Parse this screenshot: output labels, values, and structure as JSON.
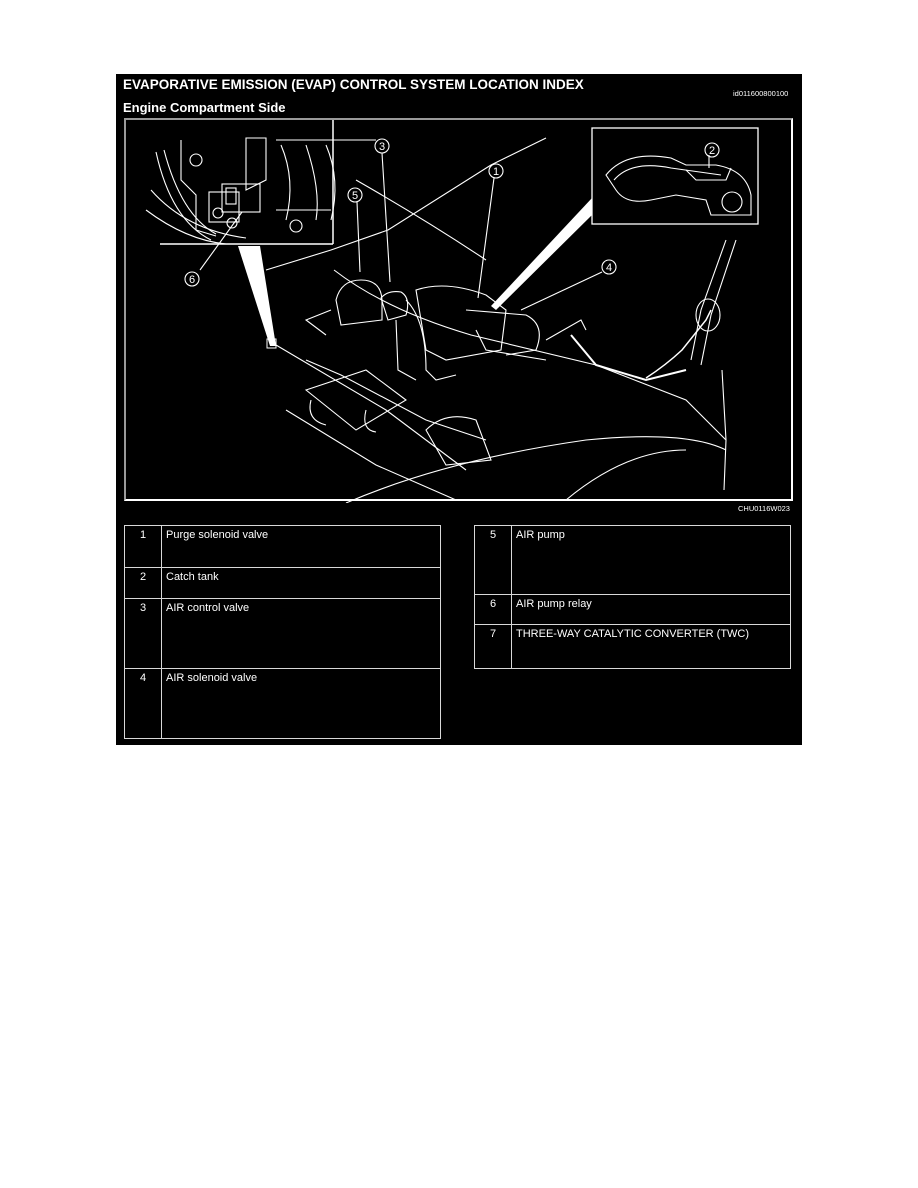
{
  "header": {
    "title": "EVAPORATIVE EMISSION (EVAP) CONTROL SYSTEM LOCATION INDEX",
    "doc_id": "id011600800100",
    "subtitle": "Engine Compartment Side"
  },
  "figure": {
    "code": "CHU0116W023",
    "callouts": [
      "1",
      "2",
      "3",
      "4",
      "5",
      "6"
    ],
    "insets": [
      {
        "label": "relay-bracket-inset",
        "callout": "6"
      },
      {
        "label": "intake-air-duct-inset",
        "callout": "2"
      }
    ]
  },
  "legend": {
    "left": [
      {
        "num": "1",
        "name": "Purge solenoid valve"
      },
      {
        "num": "2",
        "name": "Catch tank"
      },
      {
        "num": "3",
        "name": "AIR control valve"
      },
      {
        "num": "4",
        "name": "AIR solenoid valve"
      }
    ],
    "right": [
      {
        "num": "5",
        "name": "AIR pump"
      },
      {
        "num": "6",
        "name": "AIR pump relay"
      },
      {
        "num": "7",
        "name": "THREE-WAY CATALYTIC CONVERTER (TWC)"
      }
    ]
  },
  "colors": {
    "background": "#000000",
    "line": "#ffffff",
    "page": "#ffffff"
  }
}
